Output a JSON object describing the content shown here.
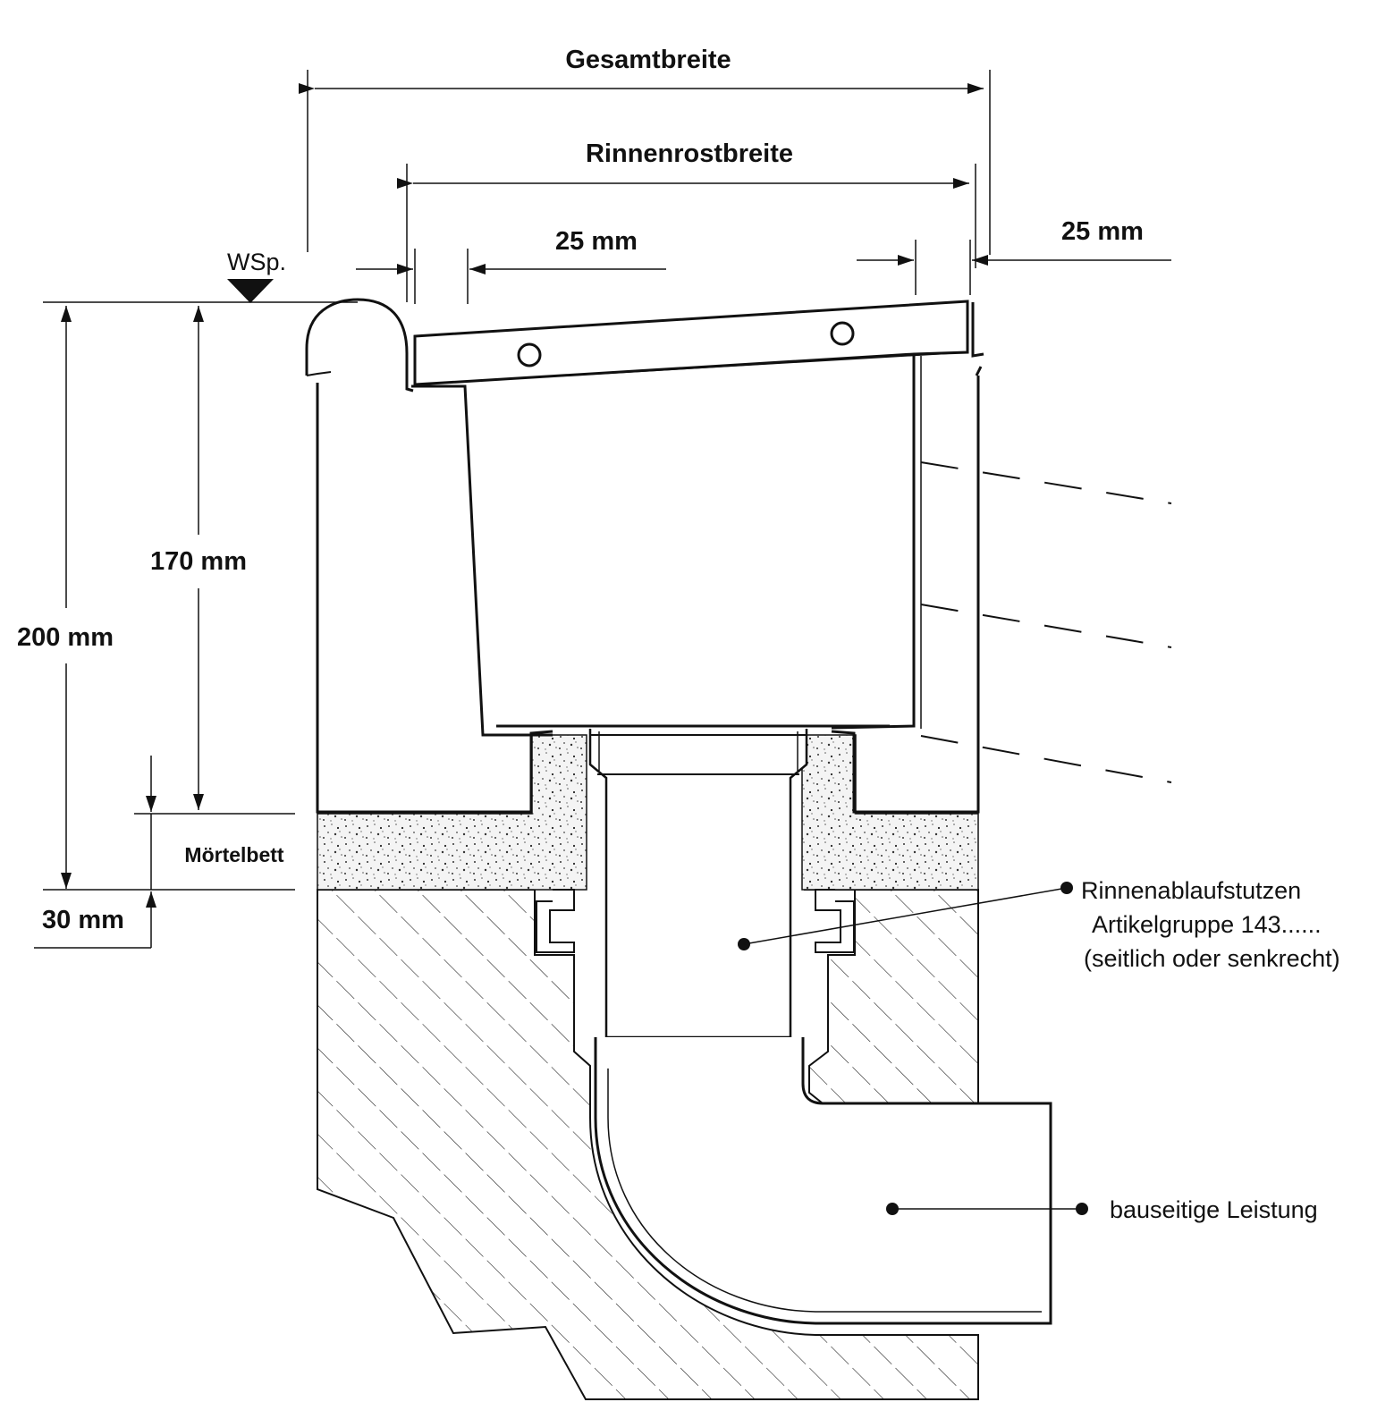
{
  "dimensions": {
    "total_width": "Gesamtbreite",
    "grate_width": "Rinnenrostbreite",
    "left_offset": "25 mm",
    "right_offset": "25 mm",
    "height_200": "200 mm",
    "height_170": "170 mm",
    "mortar_bed": "Mörtelbett",
    "mortar_thickness": "30 mm"
  },
  "water_level_label": "WSp.",
  "annotations": {
    "outlet_line1": "Rinnenablaufstutzen",
    "outlet_line2": "Artikelgruppe 143......",
    "outlet_line3": "(seitlich oder senkrecht)",
    "onsite": "bauseitige Leistung"
  }
}
